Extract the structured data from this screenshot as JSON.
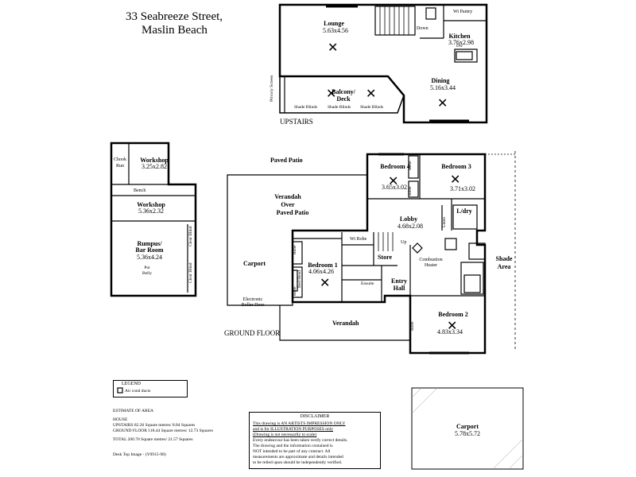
{
  "title": {
    "line1": "33 Seabreeze Street,",
    "line2": "Maslin Beach"
  },
  "upstairs": {
    "label": "UPSTAIRS",
    "lounge": {
      "name": "Lounge",
      "dims": "5.63x4.56"
    },
    "balcony": {
      "line1": "Balcony/",
      "line2": "Deck"
    },
    "kitchen": {
      "name": "Kitchen",
      "dims": "3.76x2.98"
    },
    "dining": {
      "name": "Dining",
      "dims": "5.16x3.44"
    },
    "wi_pantry": "Wi Pantry",
    "down": "Down",
    "dw": "Dw",
    "privacy_screen": "Privacy Screen",
    "shade_blinds": [
      "Shade Blinds",
      "Shade Blinds",
      "Shade Blinds"
    ]
  },
  "ground": {
    "label": "GROUND FLOOR",
    "paved_patio": "Paved Patio",
    "verandah_over": {
      "line1": "Verandah",
      "line2": "Over",
      "line3": "Paved Patio"
    },
    "carport": "Carport",
    "roller_door": {
      "line1": "Electronic",
      "line2": "Roller Door"
    },
    "verandah": "Verandah",
    "shade_area": {
      "line1": "Shade",
      "line2": "Area"
    },
    "bedroom4": {
      "name": "Bedroom 4",
      "dims": "3.65x3.02"
    },
    "bedroom3": {
      "name": "Bedroom 3",
      "dims": "3.71x3.02"
    },
    "bedroom1": {
      "name": "Bedroom 1",
      "dims": "4.06x4.26"
    },
    "bedroom2": {
      "name": "Bedroom 2",
      "dims": "4.83x3.34"
    },
    "lobby": {
      "name": "Lobby",
      "dims": "4.68x2.08"
    },
    "ldry": "L/dry",
    "store": "Store",
    "entry_hall": {
      "line1": "Entry",
      "line2": "Hall"
    },
    "combustion": {
      "line1": "Combustion",
      "line2": "Heater"
    },
    "wi_robe": "Wi Robe",
    "up": "Up",
    "robe": "Robe",
    "bed_head": "Bed Head",
    "ensuite": "Ensuite",
    "linen": "Linen"
  },
  "outbuilding": {
    "chook_run": {
      "line1": "Chook",
      "line2": "Run"
    },
    "workshop_a": {
      "name": "Workshop",
      "dims": "3.25x2.82"
    },
    "bench": "Bench",
    "workshop_b": {
      "name": "Workshop",
      "dims": "5.36x2.32"
    },
    "rumpus": {
      "line1": "Rumpus/",
      "line2": "Bar Room",
      "dims": "5.36x4.24"
    },
    "pot_belly": {
      "line1": "Pot",
      "line2": "Belly"
    },
    "clear_blind": "Clear Blind"
  },
  "legend": {
    "title": "LEGEND",
    "item": "Air cond ducts"
  },
  "estimate": {
    "heading": "ESTIMATE OF AREA",
    "house": "HOUSE",
    "upstairs": "UPSTAIRS 82.26 Square metres/  8.84 Squares",
    "ground": "GROUND FLOOR 118.44 Square metres/  12.73 Squares",
    "total": "TOTAL  200.70 Square metres/  21.57 Squares",
    "image_ref": "Desk Top Image - (Y0915-98)"
  },
  "disclaimer": {
    "title": "DISCLAIMER",
    "lines": [
      "This drawing is AN ARTISTS IMPRESSION ONLY",
      "and is for ILLUSTRATION PURPOSES only",
      "(Drawing is not necessarily to scale)",
      "Every endeavour has been taken verify correct details.",
      "The drawing and the information contained is",
      "NOT intended to be part of any contract.  All",
      "measurements are approximate and details intended",
      "to be relied upon should be independently verified."
    ]
  },
  "carport_detached": {
    "name": "Carport",
    "dims": "5.78x5.72"
  }
}
